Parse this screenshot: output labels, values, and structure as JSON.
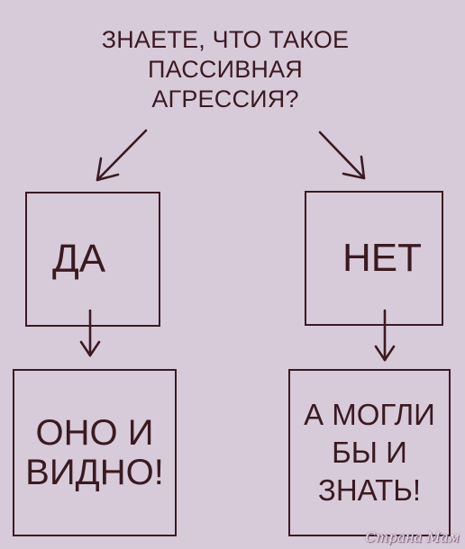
{
  "question": {
    "lines": [
      "ЗНАЕТЕ, ЧТО ТАКОЕ",
      "ПАССИВНАЯ",
      "АГРЕССИЯ?"
    ]
  },
  "branches": {
    "yes": {
      "label": "ДА",
      "result_lines": [
        "ОНО И",
        "ВИДНО!"
      ]
    },
    "no": {
      "label": "НЕТ",
      "result_lines": [
        "А МОГЛИ",
        "БЫ И",
        "ЗНАТЬ!"
      ]
    }
  },
  "watermark": "Страна Мам",
  "colors": {
    "background": "#d8cbd9",
    "ink": "#3b1a21"
  }
}
